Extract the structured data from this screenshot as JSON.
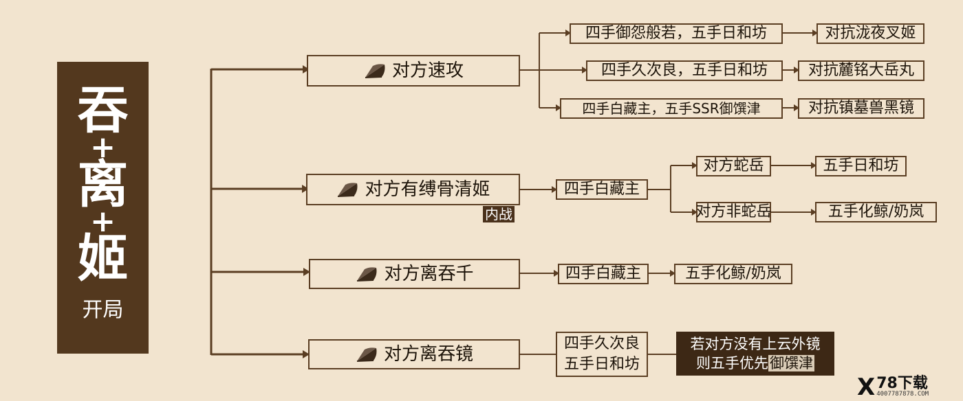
{
  "title": {
    "line1": "吞",
    "plus1": "+",
    "line2": "离",
    "plus2": "+",
    "line3": "姬",
    "sub": "开局"
  },
  "branches": [
    {
      "label": "对方速攻",
      "children": [
        {
          "pick": "四手御怨般若，五手日和坊",
          "result": "对抗泷夜叉姬"
        },
        {
          "pick": "四手久次良，五手日和坊",
          "result": "对抗麓铭大岳丸"
        },
        {
          "pick": "四手白藏主，五手SSR御馔津",
          "result": "对抗镇墓兽黑镜"
        }
      ]
    },
    {
      "label": "对方有缚骨清姬",
      "tag": "内战",
      "pick": "四手白藏主",
      "children": [
        {
          "cond": "对方蛇岳",
          "result": "五手日和坊"
        },
        {
          "cond": "对方非蛇岳",
          "result": "五手化鲸/奶岚"
        }
      ]
    },
    {
      "label": "对方离吞千",
      "pick": "四手白藏主",
      "result": "五手化鲸/奶岚"
    },
    {
      "label": "对方离吞镜",
      "pick1": "四手久次良",
      "pick2": "五手日和坊",
      "note1": "若对方没有上云外镜",
      "note2a": "则五手优先",
      "note2b": "御馔津"
    }
  ],
  "logo": {
    "mark": "X",
    "name": "78下载",
    "url": "4007787878.COM"
  },
  "colors": {
    "line": "#5a3d22",
    "panel": "#53381e",
    "bg": "#f2e4cf"
  }
}
